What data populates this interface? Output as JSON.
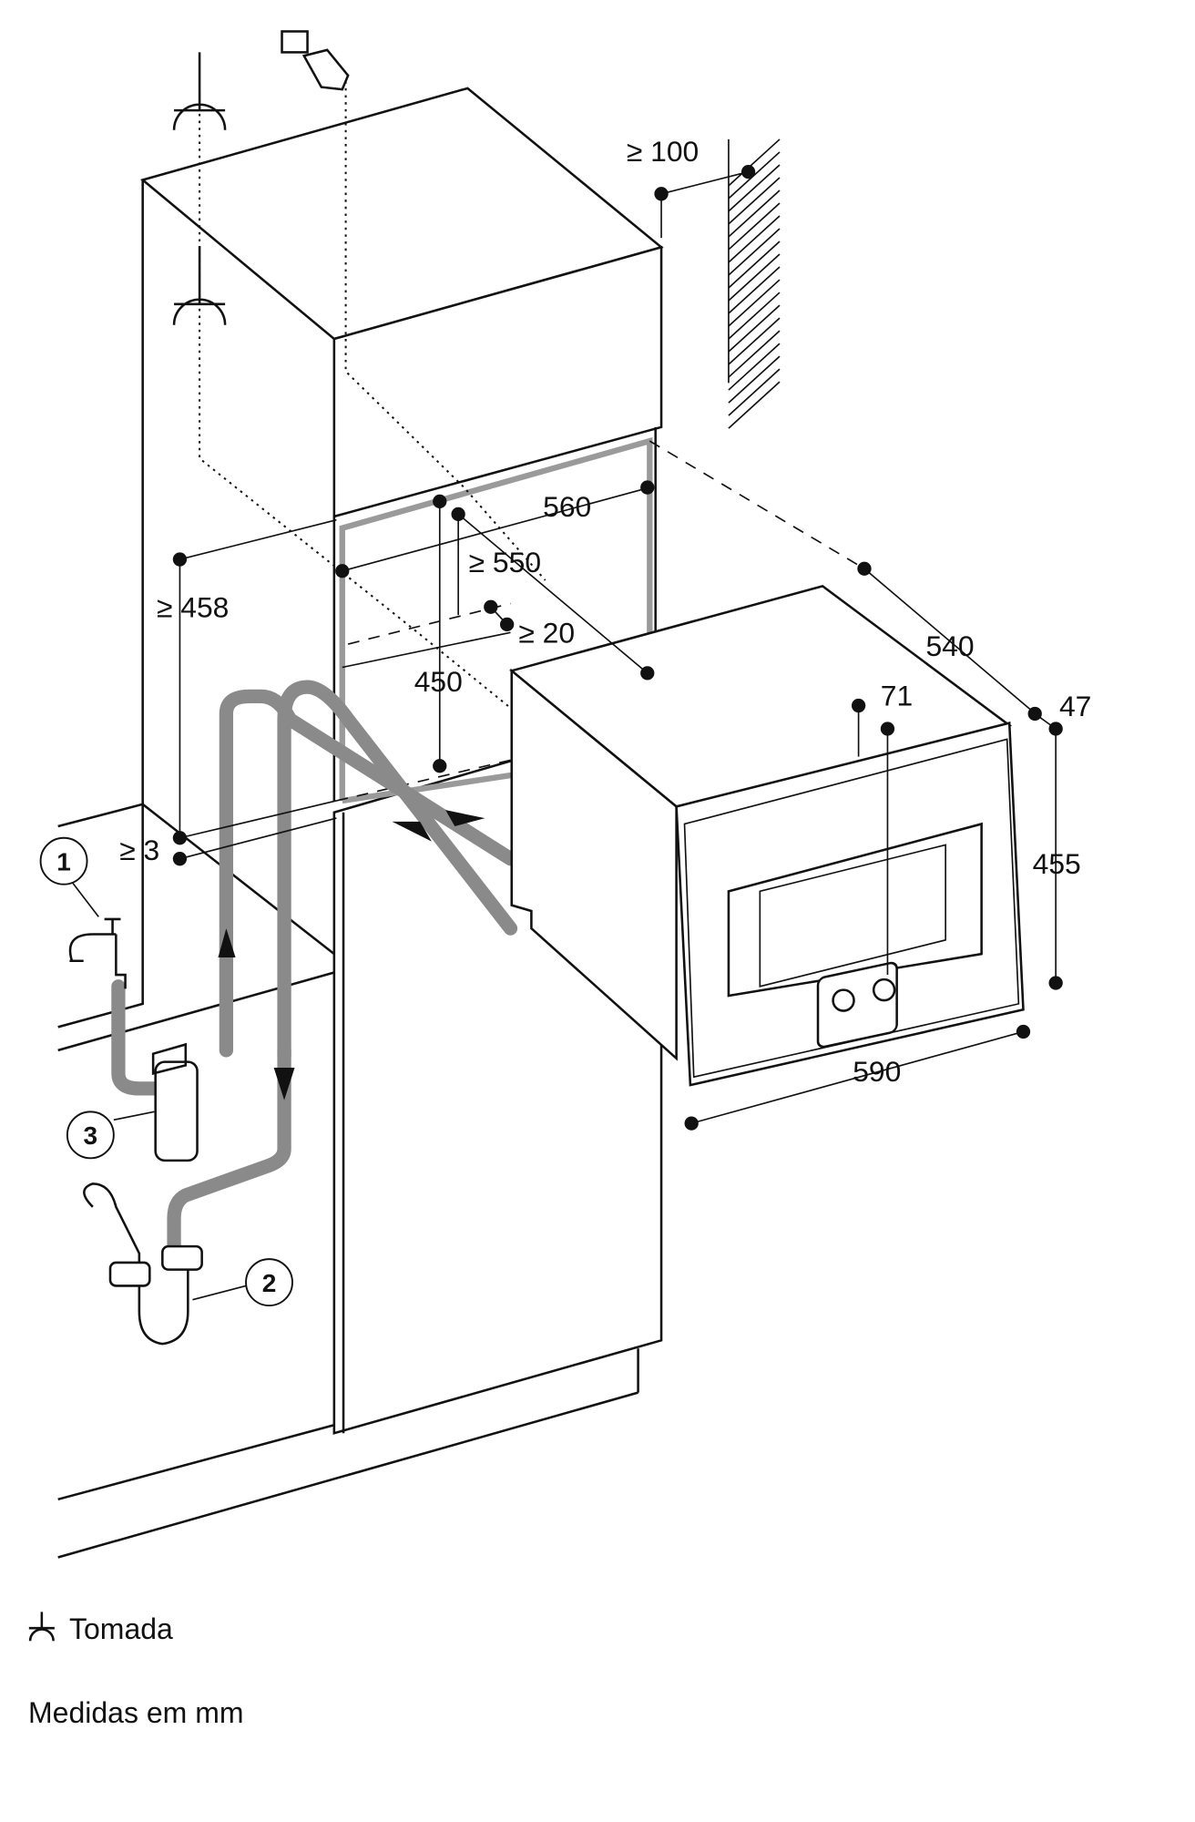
{
  "dimensions": {
    "top_clearance": "≥ 100",
    "niche_width": "560",
    "niche_depth": "≥ 550",
    "gap": "≥ 20",
    "niche_height_from_floor": "≥ 458",
    "niche_height": "450",
    "appliance_depth": "540",
    "control_offset": "71",
    "front_thickness": "47",
    "appliance_height": "455",
    "appliance_width": "590",
    "bottom_gap": "≥ 3"
  },
  "callouts": [
    "1",
    "2",
    "3"
  ],
  "legend": {
    "socket_icon": "socket-symbol",
    "socket_label": "Tomada",
    "units_note": "Medidas em mm"
  },
  "colors": {
    "line": "#111111",
    "hose": "#8a8a8a",
    "niche_frame": "#9a9a9a"
  }
}
